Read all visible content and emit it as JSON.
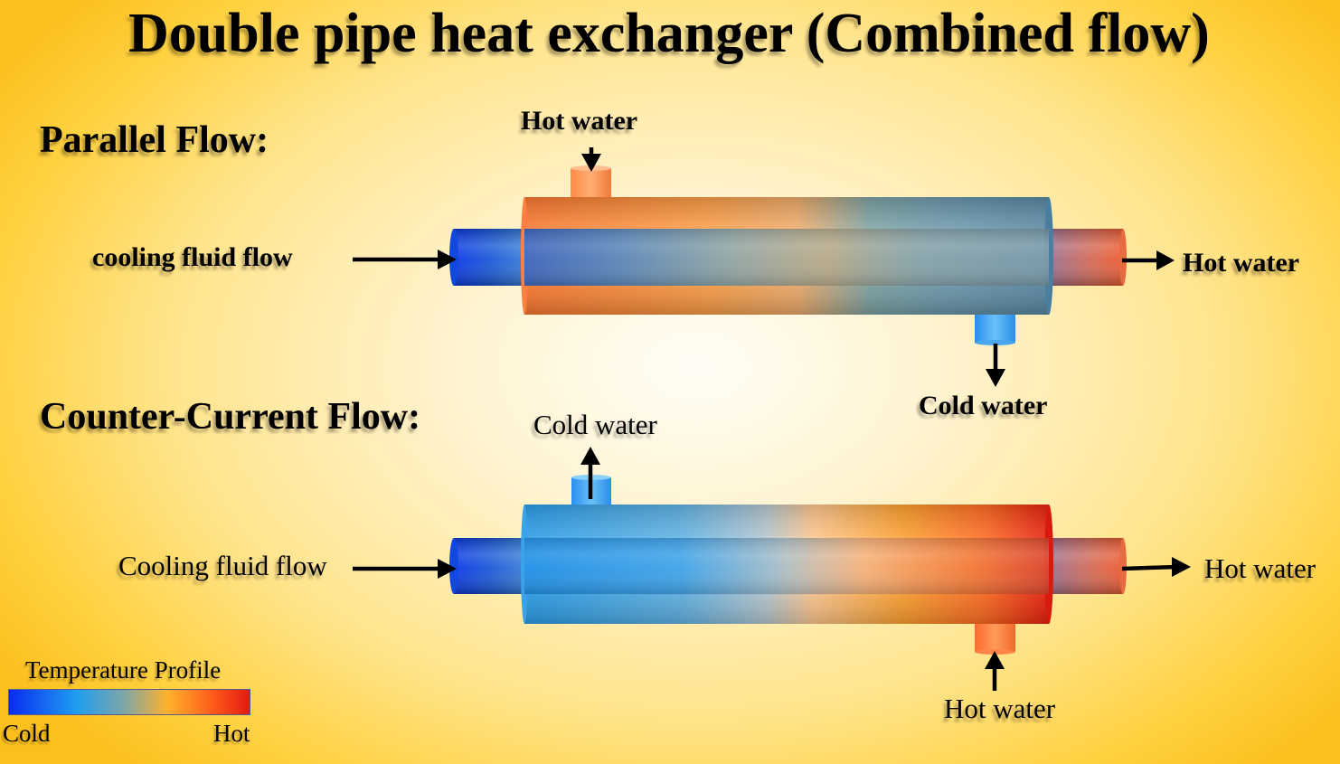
{
  "title": "Double pipe heat exchanger (Combined flow)",
  "parallel": {
    "heading": "Parallel Flow:",
    "hot_water_in": "Hot water",
    "cooling_fluid": "cooling fluid flow",
    "hot_water_out": "Hot water",
    "cold_water_out": "Cold water"
  },
  "counter": {
    "heading": "Counter-Current Flow:",
    "cold_water_out": "Cold water",
    "cooling_fluid": "Cooling fluid flow",
    "hot_water_out": "Hot water",
    "hot_water_in": "Hot water"
  },
  "legend": {
    "title": "Temperature Profile",
    "cold_label": "Cold",
    "hot_label": "Hot"
  },
  "colors": {
    "cold": "#0a2bf0",
    "cool": "#1f9ef0",
    "mid": "#7fa6a6",
    "warm": "#ffb12b",
    "hot": "#ff5a1a",
    "hottest": "#e01a10"
  }
}
